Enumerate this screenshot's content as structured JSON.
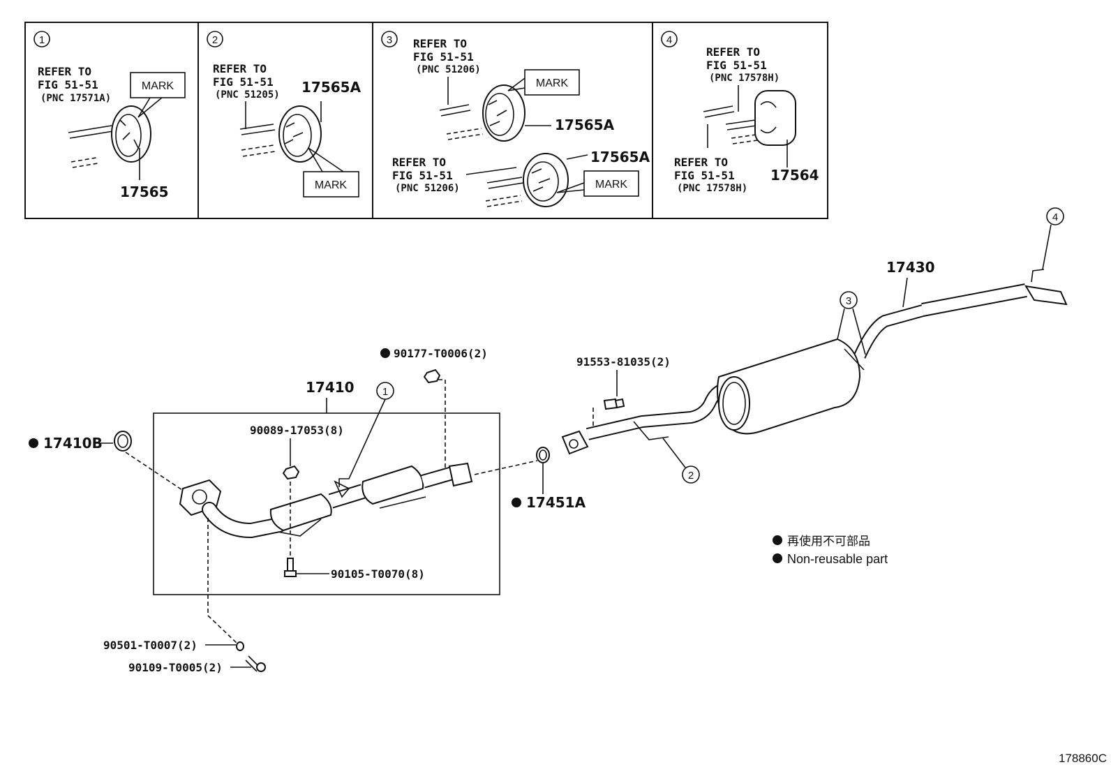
{
  "panels": [
    {
      "num": "1",
      "refer": [
        "REFER TO",
        "FIG 51-51",
        "(PNC 17571A)"
      ],
      "mark": "MARK",
      "part": "17565"
    },
    {
      "num": "2",
      "refer": [
        "REFER TO",
        "FIG 51-51",
        "(PNC 51205)"
      ],
      "mark": "MARK",
      "part": "17565A"
    },
    {
      "num": "3",
      "refer_top": [
        "REFER TO",
        "FIG 51-51",
        "(PNC 51206)"
      ],
      "mark_top": "MARK",
      "part_top": "17565A",
      "refer_bottom": [
        "REFER TO",
        "FIG 51-51",
        "(PNC 51206)"
      ],
      "mark_bottom": "MARK",
      "part_bottom": "17565A"
    },
    {
      "num": "4",
      "refer_top": [
        "REFER TO",
        "FIG 51-51",
        "(PNC 17578H)"
      ],
      "refer_bottom": [
        "REFER TO",
        "FIG 51-51",
        "(PNC 17578H)"
      ],
      "part": "17564"
    }
  ],
  "main": {
    "callout_1": "1",
    "callout_2": "2",
    "callout_3": "3",
    "callout_4": "4",
    "p17410": "17410",
    "p17410B": "17410B",
    "p17451A": "17451A",
    "p17430": "17430",
    "p90177": "90177-T0006(2)",
    "p90089": "90089-17053(8)",
    "p90105": "90105-T0070(8)",
    "p91553": "91553-81035(2)",
    "p90501": "90501-T0007(2)",
    "p90109": "90109-T0005(2)"
  },
  "legend": {
    "jp": "再使用不可部品",
    "en": "Non-reusable part"
  },
  "figure_id": "178860C"
}
